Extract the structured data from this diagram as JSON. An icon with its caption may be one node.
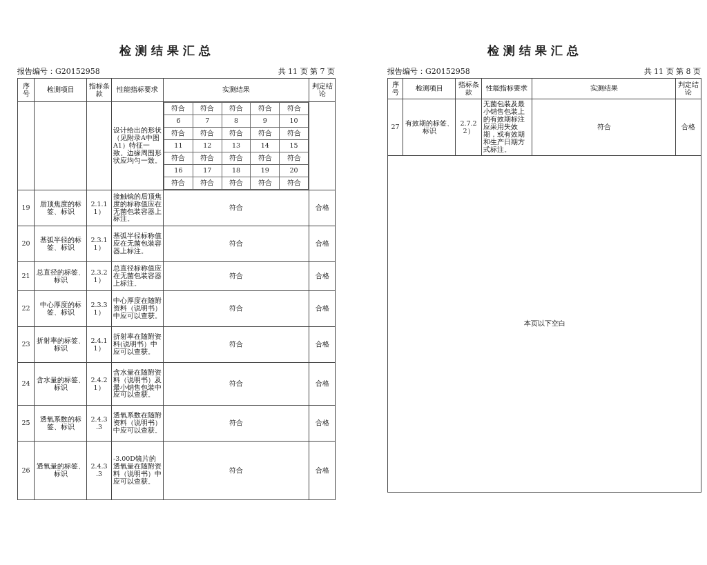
{
  "diagram": {
    "labels": [
      "检测结果汇总",
      "报告编号：G20152958",
      "共 11 页 第 7 页",
      "序号",
      "检测项目",
      "指标条款",
      "性能指标要求",
      "实测结果",
      "判定结论",
      "设计给出的形状（见附录A中图A1）特征一致。边缘周围形状应均匀一致。",
      "符合",
      "符合",
      "符合",
      "符合",
      "符合",
      "6",
      "7",
      "8",
      "9",
      "10",
      "符合",
      "符合",
      "符合",
      "符合",
      "符合",
      "11",
      "12",
      "13",
      "14",
      "15",
      "符合",
      "符合",
      "符合",
      "符合",
      "符合",
      "16",
      "17",
      "18",
      "19",
      "20",
      "符合",
      "符合",
      "符合",
      "符合",
      "符合",
      "19",
      "后顶焦度的标签、标识",
      "2.1.1 1）",
      "接触镜的后顶焦度的标称值应在无菌包装容器上标注。",
      "符合",
      "合格",
      "20",
      "基弧半径的标签、标识",
      "2.3.1 1）",
      "基弧半径标称值应在无菌包装容器上标注。",
      "符合",
      "合格",
      "21",
      "总直径的标签、标识",
      "2.3.2 1）",
      "总直径标称值应在无菌包装容器上标注。",
      "符合",
      "合格",
      "22",
      "中心厚度的标签、标识",
      "2.3.3 1）",
      "中心厚度在随附资料（说明书）中应可以查获。",
      "符合",
      "合格",
      "23",
      "折射率的标签、标识",
      "2.4.1 1）",
      "折射率在随附资料(说明书）中应可以查获。",
      "符合",
      "合格",
      "24",
      "含水量的标签、标识",
      "2.4.2 1）",
      "含水量在随附资料（说明书）及最小销售包装中应可以查获。",
      "符合",
      "合格",
      "25",
      "透氧系数的标签、标识",
      "2.4.3 .3",
      "透氧系数在随附资料（说明书）中应可以查获。",
      "符合",
      "合格",
      "26",
      "透氧量的标签、标识",
      "2.4.3 .3",
      "-3.00D镜片的透氧量在随附资料（说明书）中应可以查获。",
      "符合",
      "合格",
      "检测结果汇总",
      "报告编号：G20152958",
      "共 11 页 第 8 页",
      "序号",
      "检测项目",
      "指标条款",
      "性能指标要求",
      "实测结果",
      "判定结论",
      "27",
      "有效期的标签、标识",
      "2.7.2 2）",
      "无菌包装及最小销售包装上的有效期标注应采用失效期，或有效期和生产日期方式标注。",
      "符合",
      "合格",
      "本页以下空白"
    ]
  }
}
